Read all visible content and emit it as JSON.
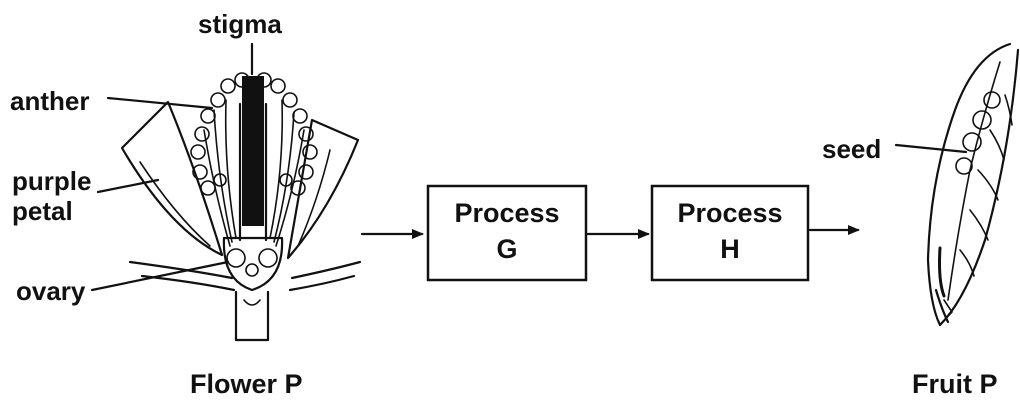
{
  "flower": {
    "caption": "Flower P",
    "labels": {
      "stigma": "stigma",
      "anther": "anther",
      "petal_line1": "purple",
      "petal_line2": "petal",
      "ovary": "ovary"
    }
  },
  "processes": [
    {
      "line1": "Process",
      "line2": "G"
    },
    {
      "line1": "Process",
      "line2": "H"
    }
  ],
  "fruit": {
    "caption": "Fruit P",
    "labels": {
      "seed": "seed"
    }
  }
}
